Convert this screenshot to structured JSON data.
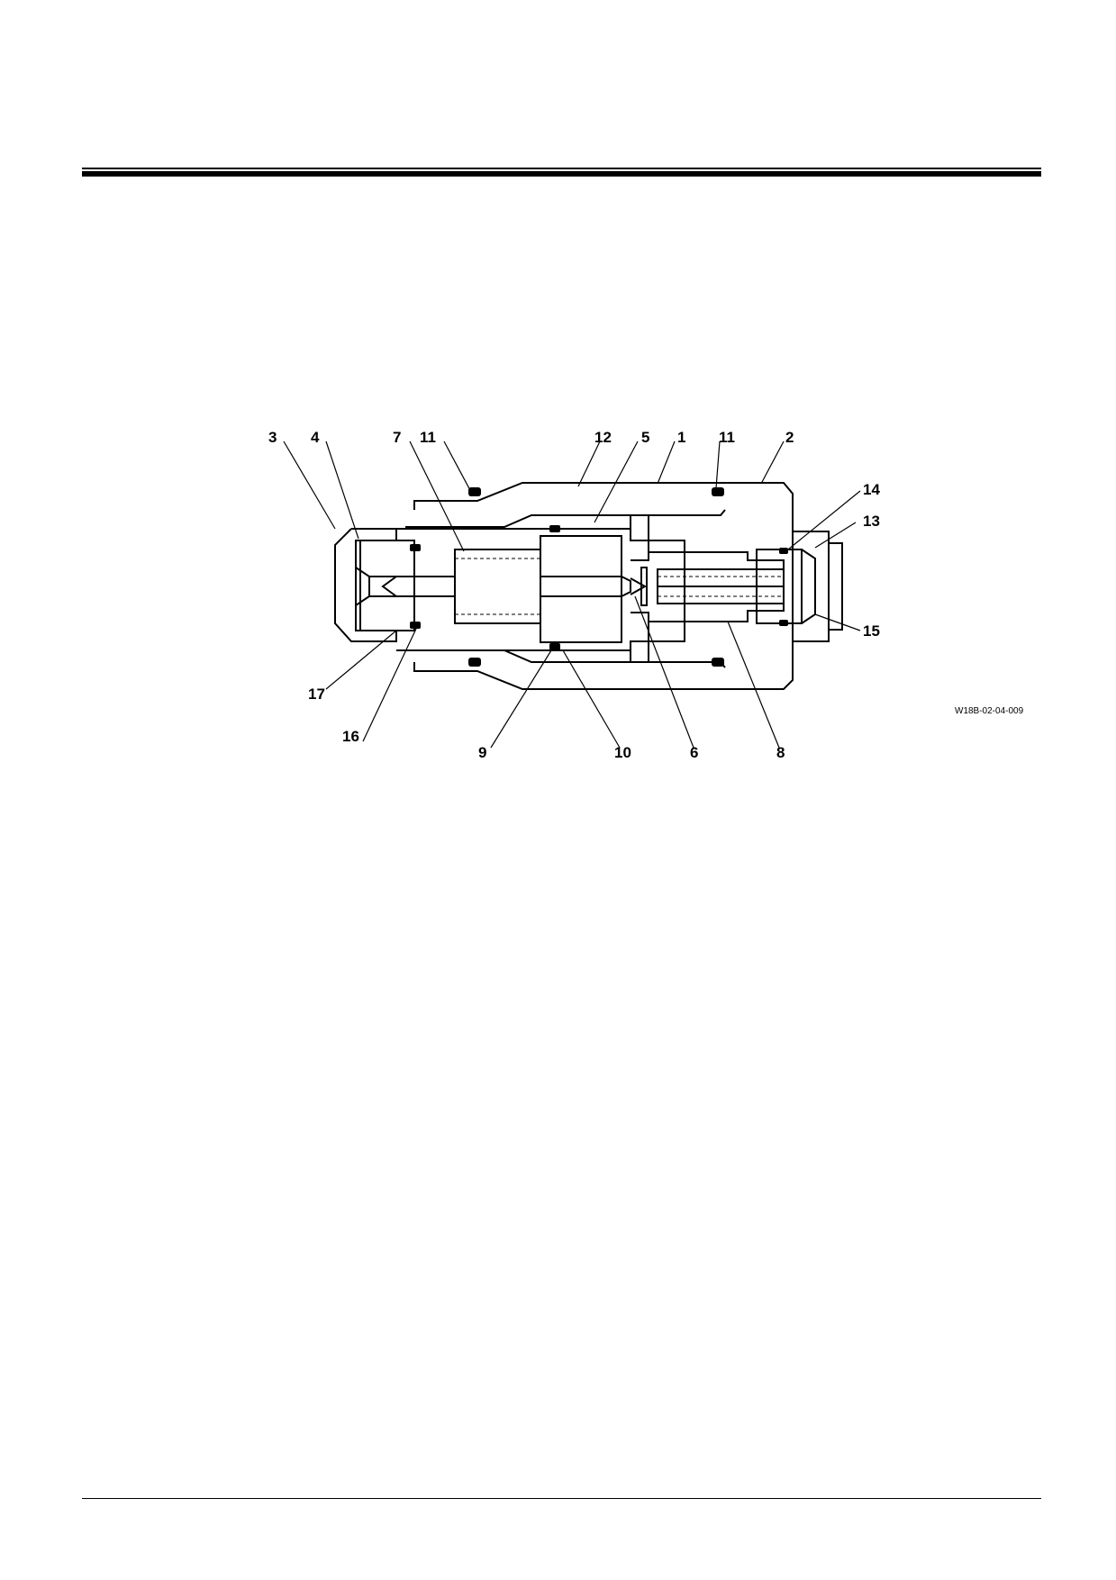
{
  "figure": {
    "code": "W18B-02-04-009",
    "callouts": [
      "3",
      "4",
      "7",
      "11",
      "12",
      "5",
      "1",
      "11",
      "2",
      "14",
      "13",
      "15",
      "17",
      "16",
      "9",
      "10",
      "6",
      "8"
    ]
  }
}
